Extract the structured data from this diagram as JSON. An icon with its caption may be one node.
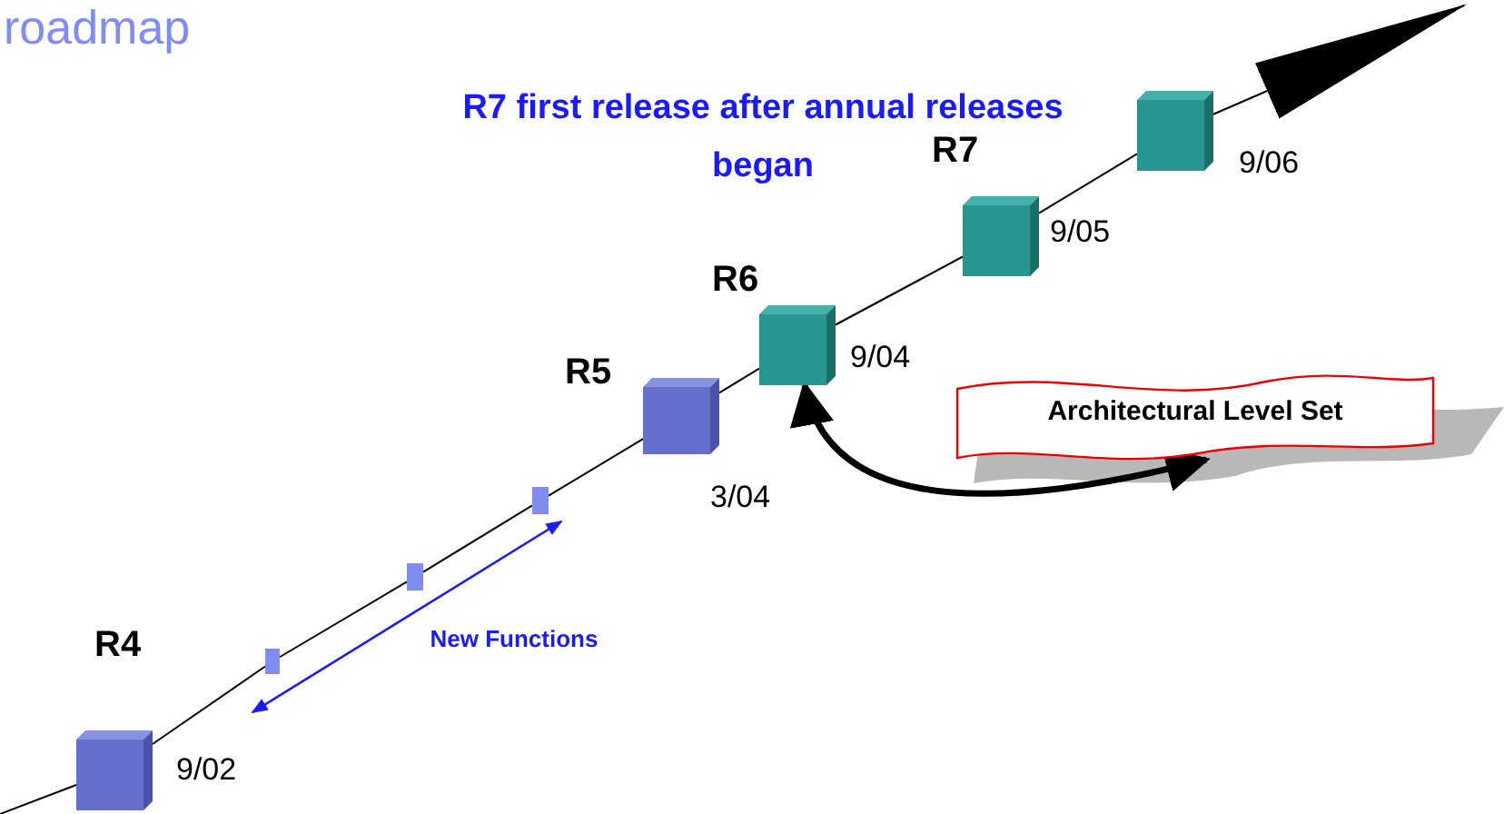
{
  "diagram": {
    "title": "roadmap",
    "nodes": [
      {
        "text": [
          "R4"
        ],
        "beside": [
          "9/02"
        ]
      },
      {
        "text": [],
        "shape": "bar"
      },
      {
        "text": [],
        "shape": "bar"
      },
      {
        "text": [],
        "shape": "bar"
      },
      {
        "text": [
          "R5"
        ],
        "beside": [
          "3/04"
        ]
      },
      {
        "text": [
          "R6"
        ],
        "beside": [
          "9/04"
        ]
      },
      {
        "text": [
          "R7"
        ],
        "beside": [
          "9/05"
        ]
      },
      {
        "text": [],
        "shape": "box",
        "beside": [
          "9/06"
        ]
      },
      {
        "text": [
          "Architectural Level Set"
        ]
      }
    ],
    "edges": [
      {
        "from": null,
        "to": 0,
        "arrow": "none"
      },
      {
        "from": 0,
        "to": 1,
        "arrow": "none"
      },
      {
        "from": 1,
        "to": 2,
        "arrow": "none"
      },
      {
        "from": 2,
        "to": 3,
        "arrow": "none"
      },
      {
        "from": 3,
        "to": 4,
        "arrow": "none"
      },
      {
        "from": 4,
        "to": 5,
        "arrow": "none"
      },
      {
        "from": 5,
        "to": 6,
        "arrow": "none"
      },
      {
        "from": 6,
        "to": 7,
        "arrow": "none"
      },
      {
        "from": 7,
        "to": null,
        "arrow": "to"
      },
      {
        "from": 5,
        "to": 8,
        "arrow": "both",
        "style": "thick"
      }
    ],
    "labels": [
      "R7 first release after annual releases began",
      "New Functions"
    ]
  }
}
